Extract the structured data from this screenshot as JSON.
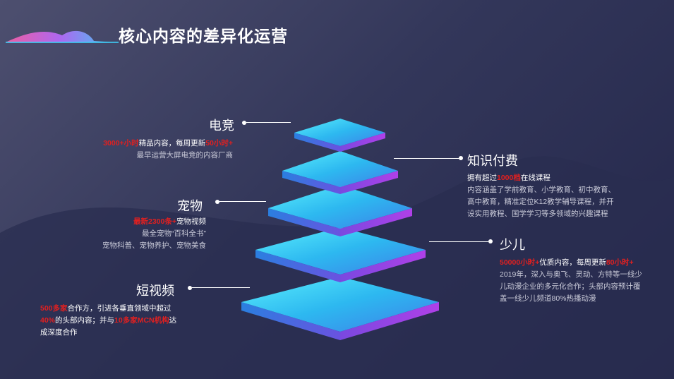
{
  "title": "核心内容的差异化运营",
  "colors": {
    "highlight": "#e02020",
    "layer_top": "#36d6f5",
    "layer_side": "#8a3bd8"
  },
  "levels": [
    {
      "label": "电竞",
      "line1": [
        {
          "t": "3000+小时",
          "hl": true
        },
        {
          "t": "精品内容，每周更新"
        },
        {
          "t": "50小时+",
          "hl": true
        }
      ],
      "line2": "最早运营大屏电竞的内容厂商"
    },
    {
      "label": "知识付费",
      "line1": [
        {
          "t": "拥有超过"
        },
        {
          "t": "1000档",
          "hl": true
        },
        {
          "t": "在线课程"
        }
      ],
      "line2": "内容涵盖了学前教育、小学教育、初中教育、",
      "line3": "高中教育，精准定位K12教学辅导课程，并开",
      "line4": "设实用教程、国学学习等多领域的兴趣课程"
    },
    {
      "label": "宠物",
      "line1": [
        {
          "t": "最新2300条+",
          "hl": true
        },
        {
          "t": "宠物视频"
        }
      ],
      "line2": "最全宠物“百科全书”",
      "line3": "宠物科普、宠物养护、宠物美食"
    },
    {
      "label": "少儿",
      "line1": [
        {
          "t": "50000小时+",
          "hl": true
        },
        {
          "t": "优质内容，每周更新"
        },
        {
          "t": "80小时+",
          "hl": true
        }
      ],
      "line2": "2019年，深入与奥飞、灵动、方特等一线少",
      "line3": "儿动漫企业的多元化合作；头部内容预计覆",
      "line4": "盖一线少儿频道80%热播动漫"
    },
    {
      "label": "短视频",
      "line1": [
        {
          "t": "500多家",
          "hl": true
        },
        {
          "t": "合作方，引进各垂直领域中超过"
        }
      ],
      "line2": [
        {
          "t": "40%",
          "hl": true
        },
        {
          "t": "的头部内容；并与"
        },
        {
          "t": "10多家MCN机构",
          "hl": true
        },
        {
          "t": "达"
        }
      ],
      "line3": "成深度合作"
    }
  ]
}
